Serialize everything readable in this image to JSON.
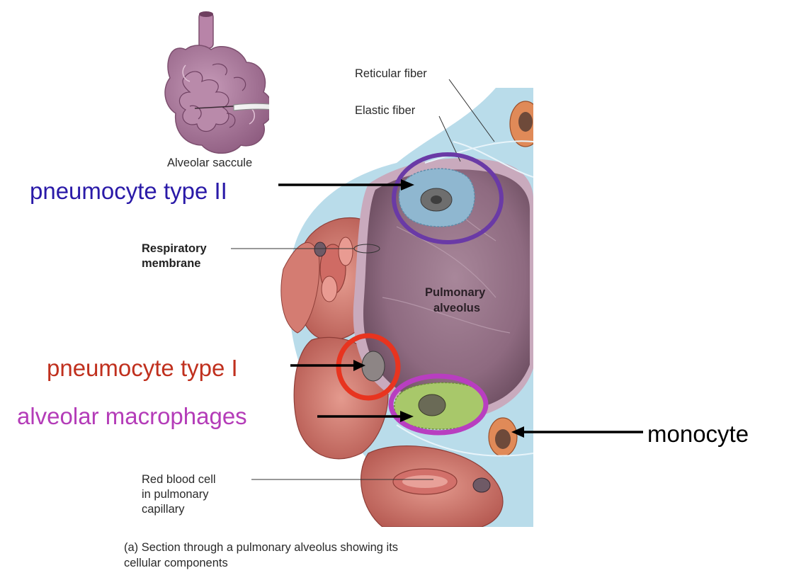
{
  "labels": {
    "reticular_fiber": "Reticular fiber",
    "elastic_fiber": "Elastic fiber",
    "alveolar_saccule": "Alveolar saccule",
    "respiratory_membrane_line1": "Respiratory",
    "respiratory_membrane_line2": "membrane",
    "pulmonary_alveolus_line1": "Pulmonary",
    "pulmonary_alveolus_line2": "alveolus",
    "red_blood_cell_line1": "Red blood cell",
    "red_blood_cell_line2": "in pulmonary",
    "red_blood_cell_line3": "capillary"
  },
  "annotations": {
    "pneumocyte_type_2": "pneumocyte type II",
    "pneumocyte_type_1": "pneumocyte type I",
    "alveolar_macrophages": "alveolar macrophages",
    "monocyte": "monocyte"
  },
  "caption": {
    "line1": "(a) Section through a pulmonary alveolus showing its",
    "line2": "cellular components"
  },
  "colors": {
    "type2_text": "#2a1aa8",
    "type2_ring": "#6a3aa6",
    "type1_text": "#c0301e",
    "type1_ring": "#e8341f",
    "macrophage_text": "#b43cb8",
    "macrophage_ring": "#b83ec0",
    "monocyte_text": "#000000",
    "tissue_blue": "#b9dcea",
    "alveolus_wall": "#a98a9c",
    "alveolus_fill": "#8e6a80",
    "capillary_red": "#c8706a"
  }
}
